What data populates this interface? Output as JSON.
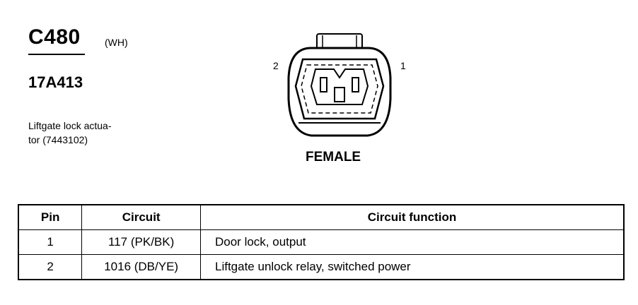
{
  "connector": {
    "id": "C480",
    "color": "(WH)",
    "part_number": "17A413",
    "description_lines": [
      "Liftgate lock actua-",
      "tor (7443102)"
    ],
    "gender": "FEMALE",
    "pin_labels": {
      "left": "2",
      "right": "1"
    }
  },
  "table": {
    "headers": [
      "Pin",
      "Circuit",
      "Circuit function"
    ],
    "rows": [
      {
        "pin": "1",
        "circuit": "117 (PK/BK)",
        "function": "Door lock, output"
      },
      {
        "pin": "2",
        "circuit": "1016 (DB/YE)",
        "function": "Liftgate unlock relay, switched power"
      }
    ]
  }
}
